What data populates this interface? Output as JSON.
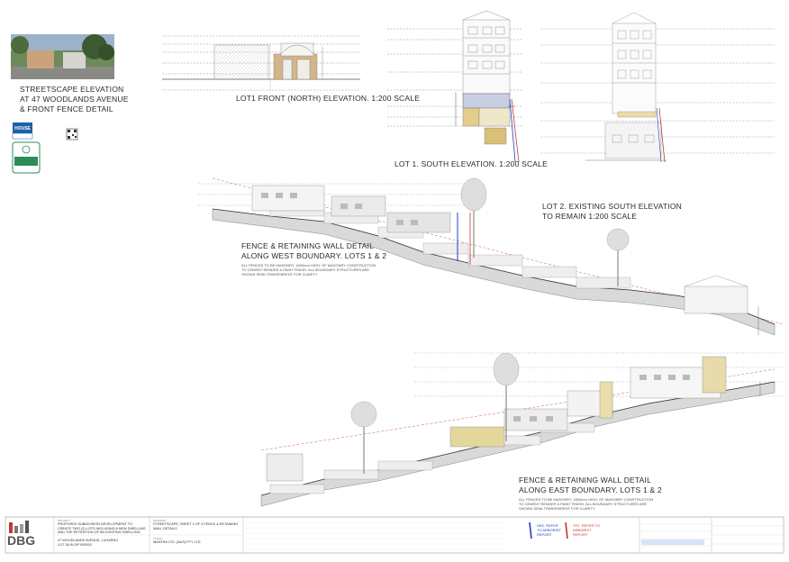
{
  "streetscape": {
    "title_l1": "STREETSCAPE ELEVATION",
    "title_l2": "AT 47 WOODLANDS AVENUE",
    "title_l3": "& FRONT FENCE DETAIL"
  },
  "lot1_front": {
    "title": "LOT1 FRONT (NORTH) ELEVATION. 1:200 SCALE"
  },
  "lot1_south": {
    "title": "LOT 1. SOUTH ELEVATION. 1:200 SCALE"
  },
  "lot2_south": {
    "title_l1": "LOT 2. EXISTING SOUTH ELEVATION",
    "title_l2": "TO REMAIN 1:200 SCALE"
  },
  "west": {
    "title_l1": "FENCE & RETAINING WALL DETAIL",
    "title_l2": "ALONG WEST BOUNDARY. LOTS 1 & 2",
    "note": "ALL FENCES TO BE MASONRY, 1800mm HIGH, OF MASONRY CONSTRUCTION TO CEMENT RENDER & PAINT FINISH. ALL BOUNDARY STRUCTURES ARE SHOWN SEMI-TRANSPARENT FOR CLARITY"
  },
  "east": {
    "title_l1": "FENCE & RETAINING WALL DETAIL",
    "title_l2": "ALONG EAST BOUNDARY. LOTS 1 & 2",
    "note": "ALL FENCES TO BE MASONRY, 1800mm HIGH, OF MASONRY CONSTRUCTION TO CEMENT RENDER & PAINT FINISH. ALL BOUNDARY STRUCTURES ARE SHOWN SEMI-TRANSPARENT FOR CLARITY"
  },
  "legend": {
    "srz": "SRZ. REFER TO ARBORIST REPORT",
    "tpz": "TPZ. REFER TO ARBORIST REPORT",
    "srz_color": "#1f3fbf",
    "tpz_color": "#c0392b"
  },
  "titleblock": {
    "logo": "DBG",
    "project_label": "PROJECT",
    "project": "PROPOSED SUBDIVISION DEVELOPMENT TO CREATE TWO (2) LOTS INCLUDING A NEW DWELLING AND THE RETENTION OF AN EXISTING DWELLING",
    "address": "47 WOODLANDS AVENUE, LUGARNO",
    "address_l2": "LOT 3A IN DP 000000",
    "drawing_label": "DRAWING",
    "drawing": "STREETSCAPE, SHEET 1 OF 4 FENCE & RETAINING WALL DETAILS",
    "client_label": "CLIENT",
    "client": "MANTRA LTD. (AUS) PTY LTD",
    "accent": "#c0392b"
  }
}
